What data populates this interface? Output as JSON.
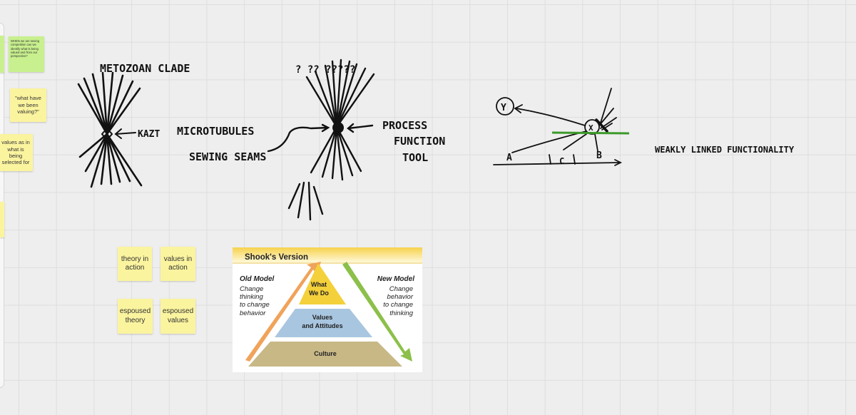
{
  "stickies": {
    "green_note": "WHEN we are seeing competition can we identify what is being valued and from our perspective?",
    "valuing": "\"what have we been valuing?\"",
    "values_as": "values as in what is being selected for",
    "theory_in_action": "theory in action",
    "values_in_action": "values in action",
    "espoused_theory": "espoused theory",
    "espoused_values": "espoused values"
  },
  "handwriting": {
    "metazoan": "METOZOAN CLADE",
    "kazt": "KAZT",
    "microtubules": "MICROTUBULES",
    "sewing": "SEWING SEAMS",
    "process": "PROCESS",
    "function": "FUNCTION",
    "tool": "TOOL",
    "question_marks": "? ?? ?????",
    "node_y": "Y",
    "node_x": "X",
    "label_a": "A",
    "label_c": "C",
    "label_b": "B",
    "weakly": "WEAKLY LINKED FUNCTIONALITY"
  },
  "shook": {
    "title": "Shook's Version",
    "old_heading": "Old Model",
    "old_lines": [
      "Change",
      "thinking",
      "to change",
      "behavior"
    ],
    "new_heading": "New Model",
    "new_lines": [
      "Change",
      "behavior",
      "to change",
      "thinking"
    ],
    "top_lines": [
      "What",
      "We Do"
    ],
    "middle_lines": [
      "Values",
      "and Attitudes"
    ],
    "bottom": "Culture"
  },
  "colors": {
    "sticky_yellow": "#fbf49f",
    "sticky_green": "#c8f08e",
    "ink": "#111111",
    "green_line": "#3c9a2a",
    "pyramid_top": "#f4d03b",
    "pyramid_middle": "#a9c6e0",
    "pyramid_bottom": "#c7b886",
    "arrow_orange": "#f0a35a",
    "arrow_green": "#8cc04a"
  }
}
